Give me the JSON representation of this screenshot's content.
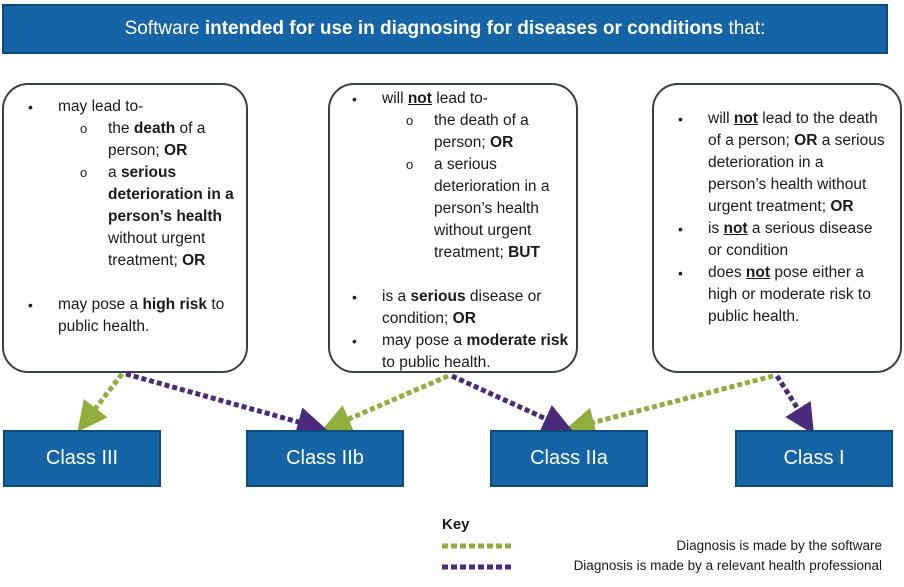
{
  "header": {
    "pre": "Software ",
    "bold": "intended for use in diagnosing for diseases or conditions",
    "post": " that:"
  },
  "box1": {
    "b1": "may lead to-",
    "s1_pre": "the ",
    "s1_bold": "death",
    "s1_post": " of a person; ",
    "s1_or": "OR",
    "s2_pre": "a ",
    "s2_bold": "serious deterioration in a person’s health",
    "s2_post": " without urgent treatment; ",
    "s2_or": "OR",
    "b2_pre": "may pose a ",
    "b2_bold": "high risk",
    "b2_post": " to public health."
  },
  "box2": {
    "b1_pre": "will ",
    "b1_not": "not",
    "b1_post": " lead to-",
    "s1": "the death of a person; ",
    "s1_or": "OR",
    "s2": "a serious deterioration in a person’s health without urgent treatment; ",
    "s2_but": "BUT",
    "b2_pre": "is a ",
    "b2_bold": "serious",
    "b2_post": " disease or condition; ",
    "b2_or": "OR",
    "b3_pre": "may pose a ",
    "b3_bold": "moderate risk",
    "b3_post": " to public health."
  },
  "box3": {
    "b1_pre": "will ",
    "b1_not": "not",
    "b1_post": " lead to the death of a person; ",
    "b1_or": "OR",
    "b1_post2": " a serious deterioration in a person’s health without urgent treatment; ",
    "b1_or2": "OR",
    "b2_pre": "is ",
    "b2_not": "not",
    "b2_post": " a serious disease or condition",
    "b3_pre": "does ",
    "b3_not": "not",
    "b3_post": " pose either a high or moderate risk to public health."
  },
  "classes": {
    "c3": "Class III",
    "c2b": "Class IIb",
    "c2a": "Class IIa",
    "c1": "Class I"
  },
  "key": {
    "title": "Key",
    "software": "Diagnosis is made by the software",
    "professional": "Diagnosis is made by a relevant health professional"
  },
  "colors": {
    "header_bg": "#1565a6",
    "software_arrow": "#8fae3c",
    "professional_arrow": "#4b2a7b"
  }
}
